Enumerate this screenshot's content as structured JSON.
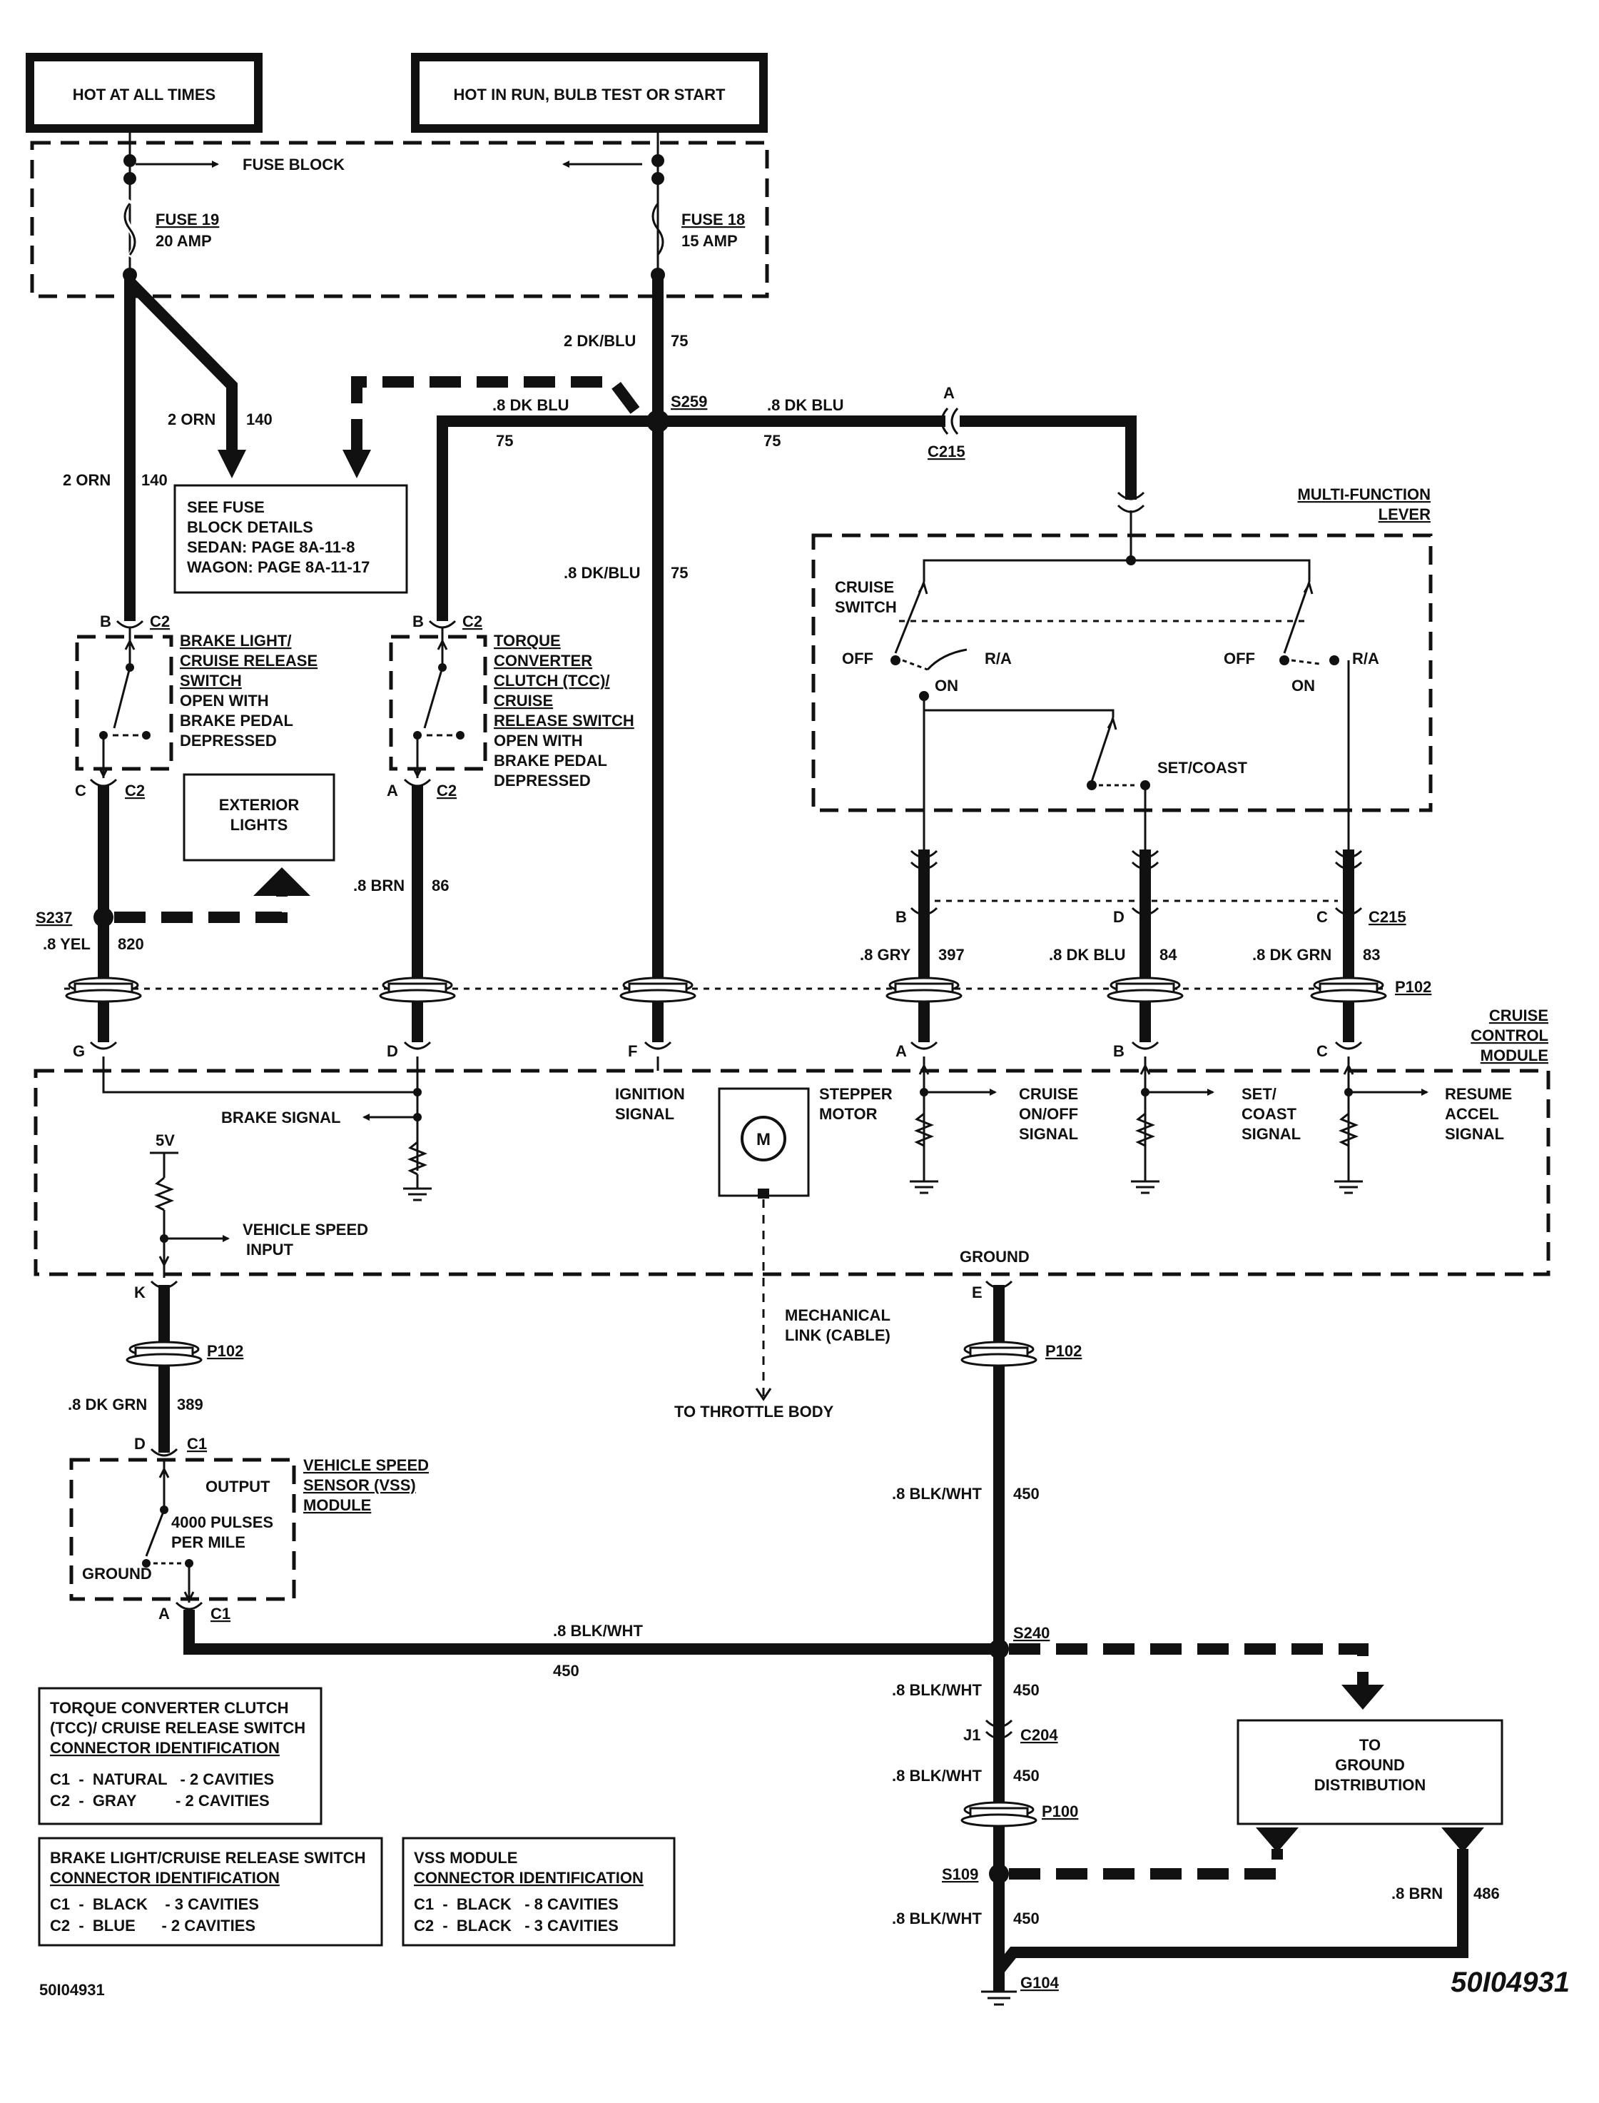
{
  "power": {
    "hot_all_times": "HOT AT ALL TIMES",
    "hot_run": "HOT IN RUN, BULB TEST OR START"
  },
  "fuse_block": {
    "label": "FUSE BLOCK",
    "fuse19_name": "FUSE 19",
    "fuse19_amp": "20 AMP",
    "fuse18_name": "FUSE 18",
    "fuse18_amp": "15 AMP"
  },
  "wires": {
    "orn_2": "2 ORN",
    "c140": "140",
    "dkblu_2": "2 DK/BLU",
    "c75": "75",
    "dkblu_8": ".8 DK BLU",
    "dkblu_8b": ".8 DK/BLU",
    "brn_8": ".8 BRN",
    "c86": "86",
    "yel_8": ".8 YEL",
    "c820": "820",
    "gry_8": ".8 GRY",
    "c397": "397",
    "dkblu_84": ".8 DK BLU",
    "c84": "84",
    "dkgrn_8": ".8 DK GRN",
    "c83": "83",
    "dkgrn_389": ".8 DK GRN",
    "c389": "389",
    "blkwht": ".8 BLK/WHT",
    "c450": "450",
    "brn_486": ".8 BRN",
    "c486": "486"
  },
  "splices": {
    "s259": "S259",
    "s237": "S237",
    "s240": "S240",
    "s109": "S109",
    "g104": "G104"
  },
  "connectors": {
    "c2": "C2",
    "c1": "C1",
    "c215": "C215",
    "c204": "C204",
    "p102": "P102",
    "p100": "P100",
    "a": "A",
    "b": "B",
    "c": "C",
    "d": "D",
    "e": "E",
    "f": "F",
    "g": "G",
    "k": "K",
    "j1": "J1"
  },
  "see_fuse": [
    "SEE FUSE",
    "BLOCK DETAILS",
    "SEDAN:   PAGE 8A-11-8",
    "WAGON: PAGE 8A-11-17"
  ],
  "brake_switch": [
    "BRAKE LIGHT/",
    "CRUISE RELEASE",
    "SWITCH",
    "OPEN WITH",
    "BRAKE PEDAL",
    "DEPRESSED"
  ],
  "tcc_switch": [
    "TORQUE",
    "CONVERTER",
    "CLUTCH (TCC)/",
    "CRUISE",
    "RELEASE SWITCH",
    "OPEN WITH",
    "BRAKE PEDAL",
    "DEPRESSED"
  ],
  "exterior_lights": [
    "EXTERIOR",
    "LIGHTS"
  ],
  "mfl": {
    "title1": "MULTI-FUNCTION",
    "title2": "LEVER",
    "cruise1": "CRUISE",
    "cruise2": "SWITCH",
    "off": "OFF",
    "ra": "R/A",
    "on": "ON",
    "setcoast": "SET/COAST"
  },
  "module": {
    "title": [
      "CRUISE",
      "CONTROL",
      "MODULE"
    ],
    "brake_signal": "BRAKE SIGNAL",
    "five_v": "5V",
    "vsi": [
      "VEHICLE SPEED",
      "INPUT"
    ],
    "ignition": [
      "IGNITION",
      "SIGNAL"
    ],
    "stepper": [
      "STEPPER",
      "MOTOR"
    ],
    "motor": "M",
    "cruise_onoff": [
      "CRUISE",
      "ON/OFF",
      "SIGNAL"
    ],
    "set_coast": [
      "SET/",
      "COAST",
      "SIGNAL"
    ],
    "resume": [
      "RESUME",
      "ACCEL",
      "SIGNAL"
    ],
    "ground": "GROUND"
  },
  "mechanical": [
    "MECHANICAL",
    "LINK (CABLE)"
  ],
  "throttle": "TO THROTTLE BODY",
  "vss": {
    "title": [
      "VEHICLE SPEED",
      "SENSOR (VSS)",
      "MODULE"
    ],
    "output": "OUTPUT",
    "pulses": [
      "4000 PULSES",
      "PER MILE"
    ],
    "ground": "GROUND"
  },
  "ground_dist": [
    "TO",
    "GROUND",
    "DISTRIBUTION"
  ],
  "tcc_table": {
    "title": [
      "TORQUE CONVERTER CLUTCH",
      "(TCC)/ CRUISE RELEASE SWITCH",
      "CONNECTOR IDENTIFICATION"
    ],
    "rows": [
      "C1  -  NATURAL   - 2 CAVITIES",
      "C2  -  GRAY         - 2 CAVITIES"
    ]
  },
  "brake_table": {
    "title": [
      "BRAKE LIGHT/CRUISE RELEASE SWITCH",
      "CONNECTOR IDENTIFICATION"
    ],
    "rows": [
      "C1  -  BLACK    - 3 CAVITIES",
      "C2  -  BLUE      - 2 CAVITIES"
    ]
  },
  "vss_table": {
    "title": [
      "VSS MODULE",
      "CONNECTOR IDENTIFICATION"
    ],
    "rows": [
      "C1  -  BLACK   - 8 CAVITIES",
      "C2  -  BLACK   - 3 CAVITIES"
    ]
  },
  "code_small": "50I04931",
  "code_big": "50I04931"
}
